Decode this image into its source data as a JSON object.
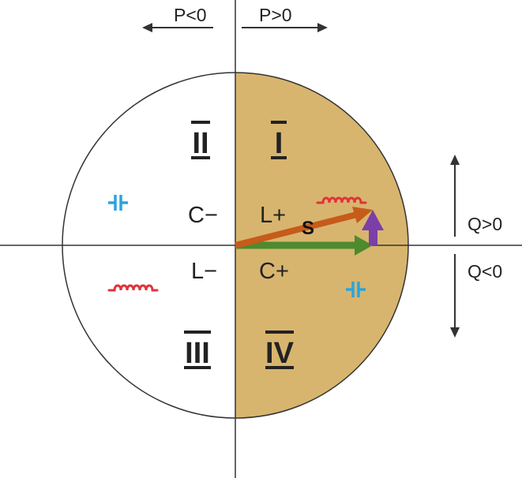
{
  "axes": {
    "p_negative": "P<0",
    "p_positive": "P>0",
    "q_positive": "Q>0",
    "q_negative": "Q<0"
  },
  "quadrants": {
    "q1": "I",
    "q2": "II",
    "q3": "III",
    "q4": "IV"
  },
  "regions": {
    "top_left": "C−",
    "top_right": "L+",
    "bottom_left": "L−",
    "bottom_right": "C+"
  },
  "vector_label": "S",
  "colors": {
    "positive_half_fill": "#D8B56E",
    "circle_stroke": "#333333",
    "axis": "#333333",
    "apparent_power_vector": "#C65B1A",
    "active_power_vector": "#4E8A2E",
    "reactive_power_vector": "#7B3FA8",
    "inductor_symbol": "#E0333A",
    "capacitor_symbol": "#2AA4DD"
  },
  "icons": {
    "inductor": "inductor-icon",
    "capacitor": "capacitor-icon"
  }
}
